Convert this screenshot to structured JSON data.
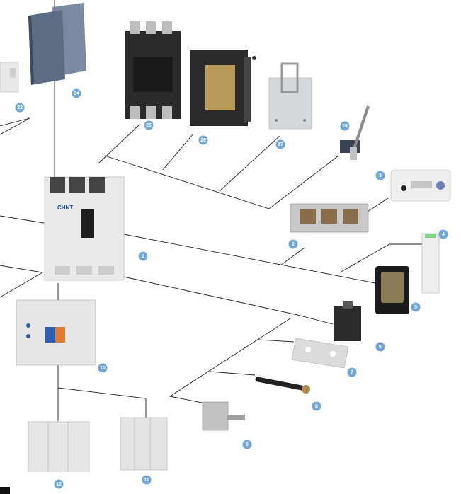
{
  "accessories": [
    {
      "id": "23",
      "label": "23"
    },
    {
      "id": "24",
      "label": "24"
    },
    {
      "id": "25",
      "label": "25"
    },
    {
      "id": "26",
      "label": "26"
    },
    {
      "id": "27",
      "label": "27"
    },
    {
      "id": "28",
      "label": "28"
    },
    {
      "id": "3",
      "label": "3"
    },
    {
      "id": "1",
      "label": "1"
    },
    {
      "id": "2",
      "label": "2"
    },
    {
      "id": "4",
      "label": "4"
    },
    {
      "id": "5",
      "label": "5"
    },
    {
      "id": "6",
      "label": "6"
    },
    {
      "id": "7",
      "label": "7"
    },
    {
      "id": "8",
      "label": "8"
    },
    {
      "id": "9",
      "label": "9"
    },
    {
      "id": "10",
      "label": "10"
    },
    {
      "id": "11",
      "label": "11"
    },
    {
      "id": "12",
      "label": "12"
    }
  ],
  "breaker": {
    "brand": "CHNT"
  },
  "colors": {
    "badge": "#6fa6d6",
    "line": "#222222",
    "plate": "#5c6c82",
    "base_dark": "#2a2a2a"
  }
}
